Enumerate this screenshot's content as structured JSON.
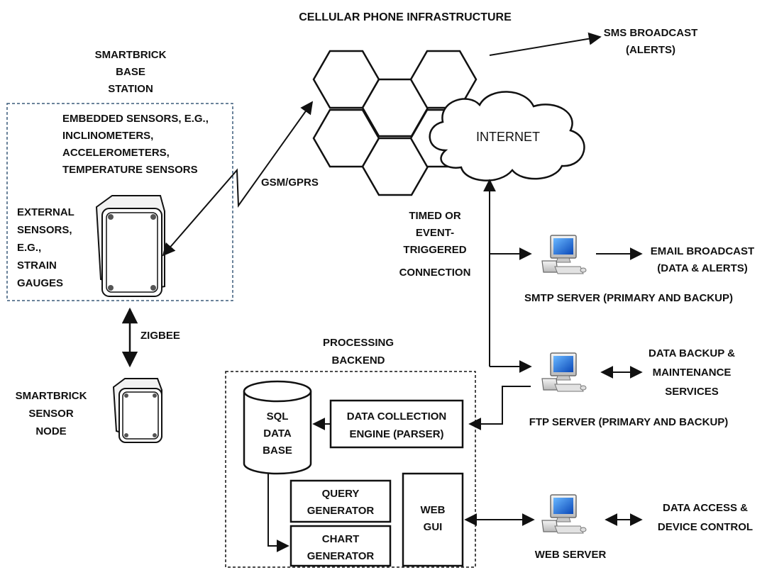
{
  "title": "CELLULAR PHONE INFRASTRUCTURE",
  "sms": [
    "SMS BROADCAST",
    "(ALERTS)"
  ],
  "base_station": [
    "SMARTBRICK",
    "BASE",
    "STATION"
  ],
  "embedded": [
    "EMBEDDED SENSORS, E.G.,",
    "INCLINOMETERS,",
    "ACCELEROMETERS,",
    "TEMPERATURE SENSORS"
  ],
  "external": [
    "EXTERNAL",
    "SENSORS,",
    "E.G.,",
    "STRAIN",
    "GAUGES"
  ],
  "gsm": "GSM/GPRS",
  "internet": "INTERNET",
  "connection": [
    "TIMED OR",
    "EVENT-",
    "TRIGGERED",
    "CONNECTION"
  ],
  "email": [
    "EMAIL BROADCAST",
    "(DATA & ALERTS)"
  ],
  "smtp": "SMTP SERVER (PRIMARY AND BACKUP)",
  "zigbee": "ZIGBEE",
  "sensor_node": [
    "SMARTBRICK",
    "SENSOR",
    "NODE"
  ],
  "backend": [
    "PROCESSING",
    "BACKEND"
  ],
  "backup": [
    "DATA BACKUP &",
    "MAINTENANCE",
    "SERVICES"
  ],
  "ftp": "FTP SERVER (PRIMARY AND BACKUP)",
  "sql": [
    "SQL",
    "DATA",
    "BASE"
  ],
  "parser": [
    "DATA COLLECTION",
    "ENGINE (PARSER)"
  ],
  "query": [
    "QUERY",
    "GENERATOR"
  ],
  "chart": [
    "CHART",
    "GENERATOR"
  ],
  "webgui": [
    "WEB",
    "GUI"
  ],
  "access": [
    "DATA ACCESS &",
    "DEVICE CONTROL"
  ],
  "webserver": "WEB SERVER"
}
